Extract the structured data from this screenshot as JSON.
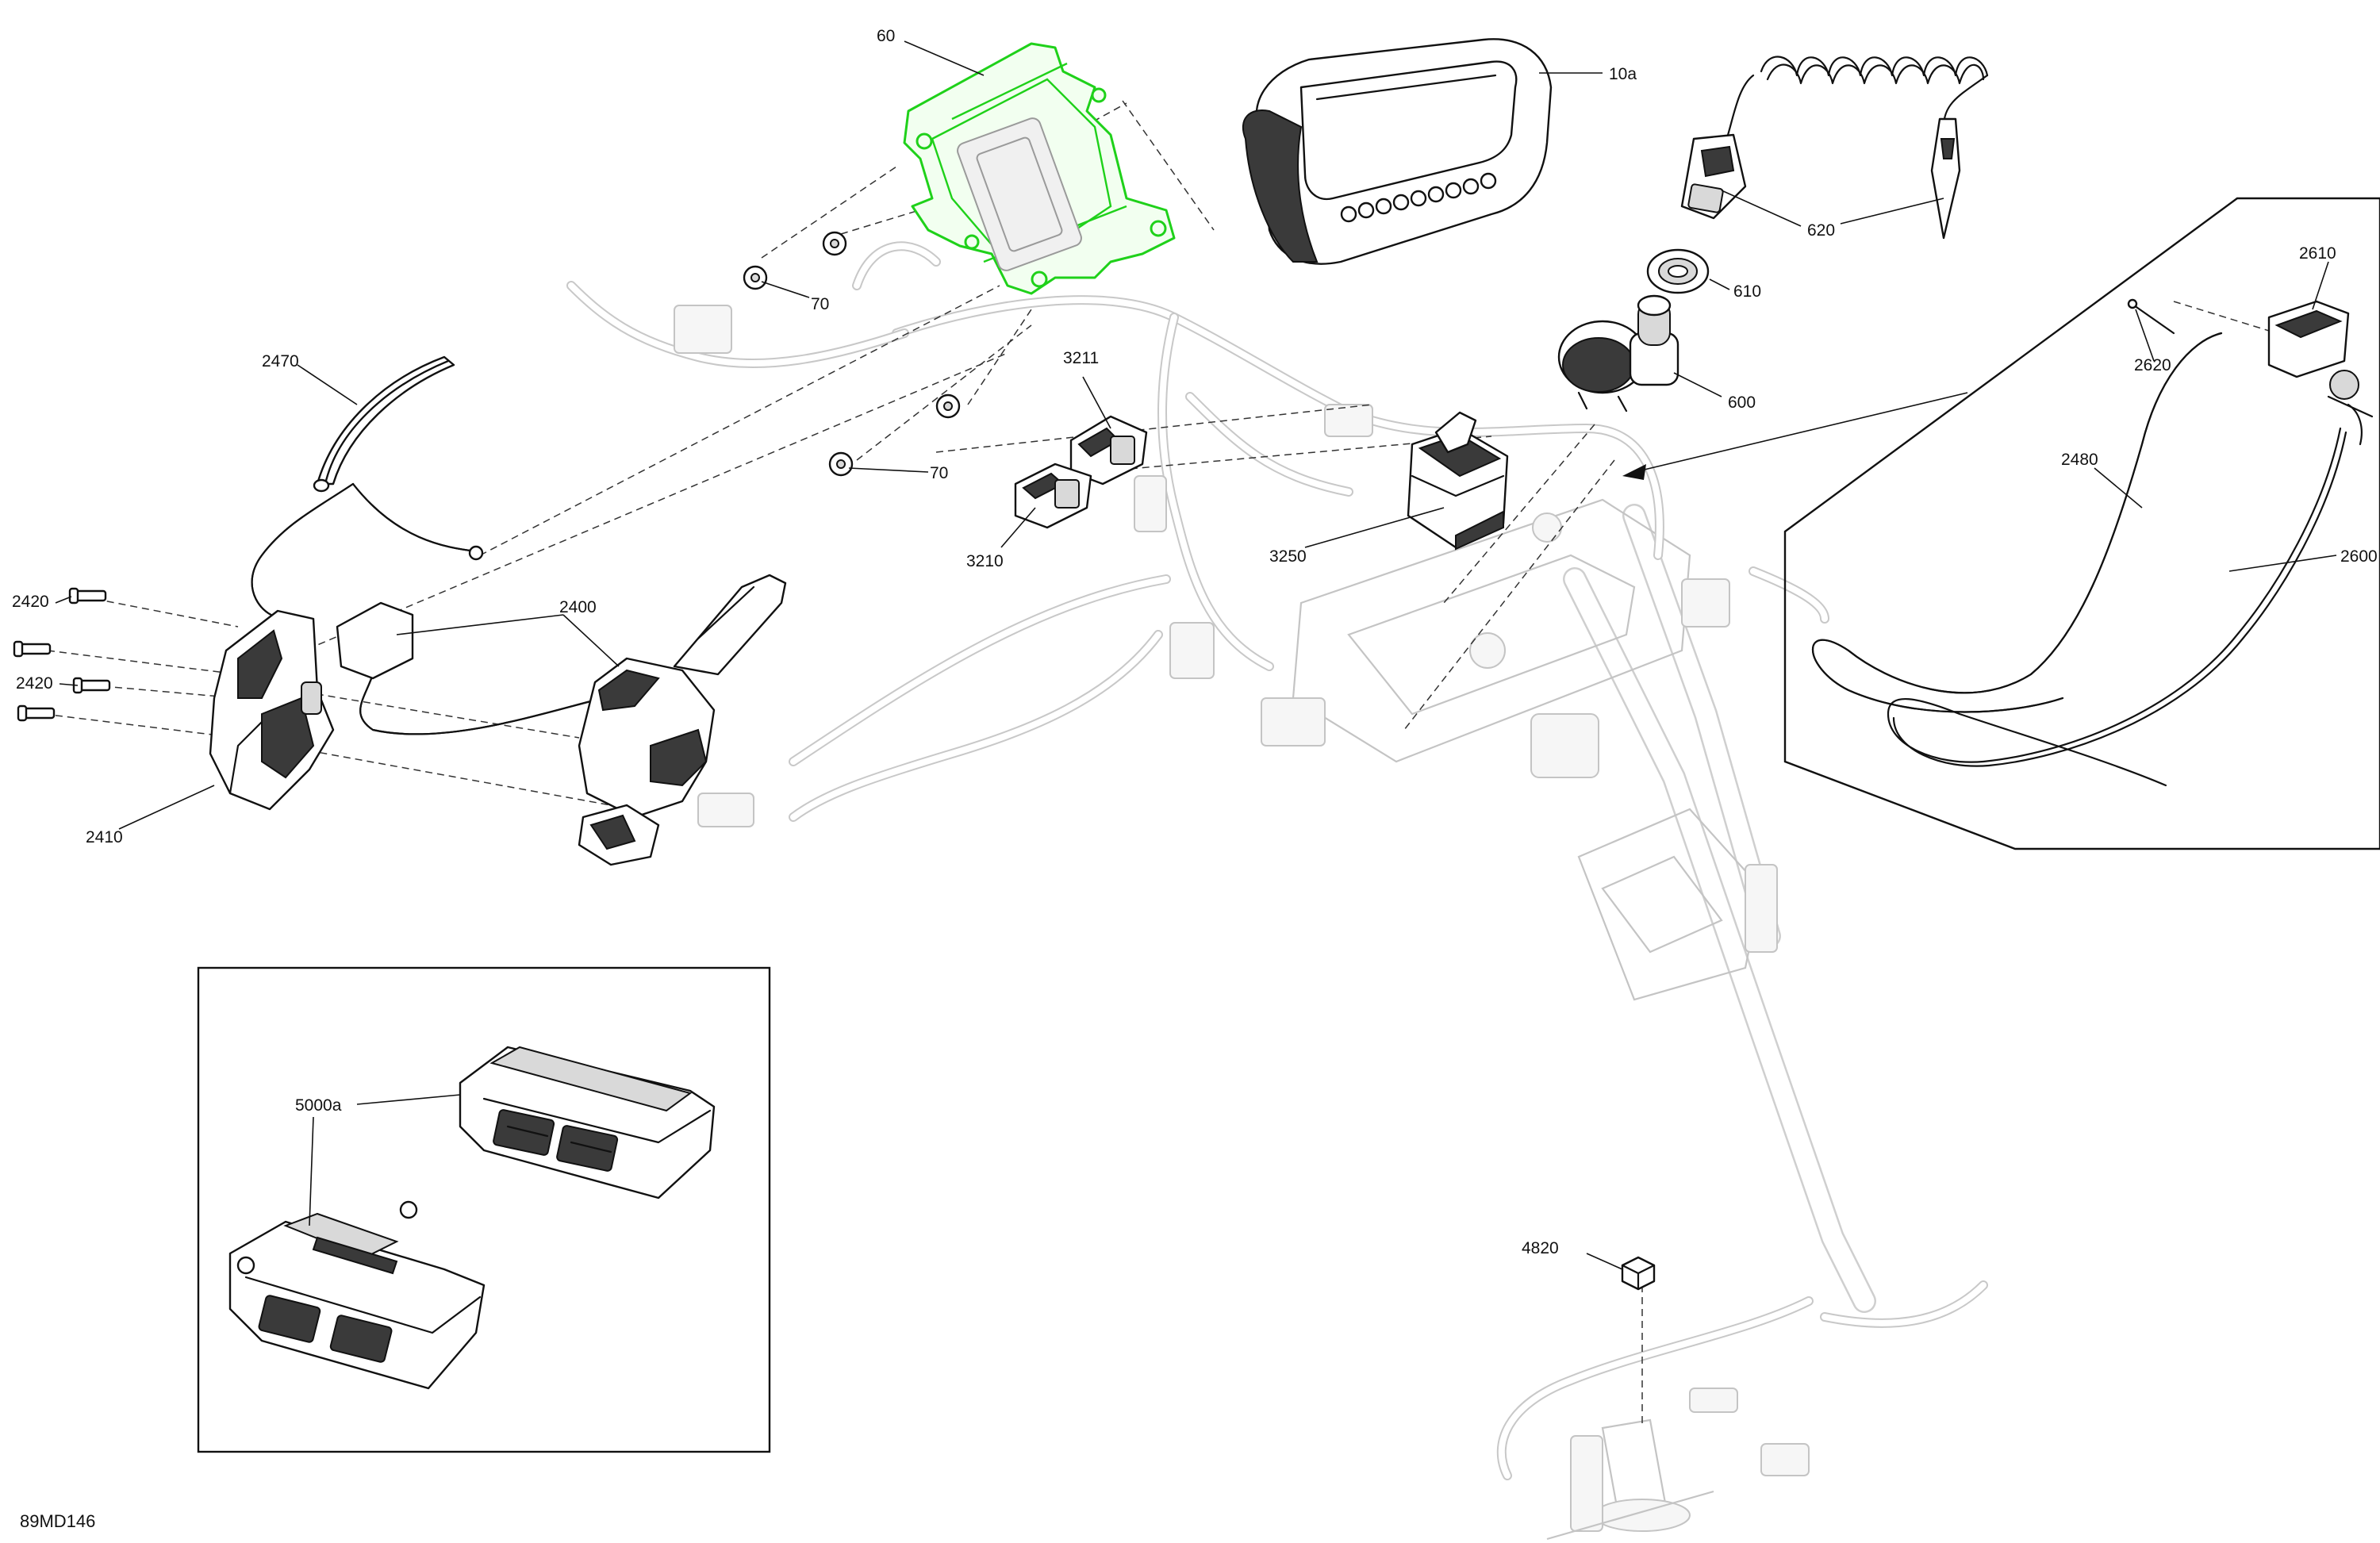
{
  "figure_id": "89MD146",
  "callouts": [
    {
      "id": "c60",
      "text": "60"
    },
    {
      "id": "c10a",
      "text": "10a"
    },
    {
      "id": "c620",
      "text": "620"
    },
    {
      "id": "c610",
      "text": "610"
    },
    {
      "id": "c600",
      "text": "600"
    },
    {
      "id": "c70a",
      "text": "70"
    },
    {
      "id": "c70b",
      "text": "70"
    },
    {
      "id": "c3211",
      "text": "3211"
    },
    {
      "id": "c3210",
      "text": "3210"
    },
    {
      "id": "c3250",
      "text": "3250"
    },
    {
      "id": "c2470",
      "text": "2470"
    },
    {
      "id": "c2420a",
      "text": "2420"
    },
    {
      "id": "c2420b",
      "text": "2420"
    },
    {
      "id": "c2400",
      "text": "2400"
    },
    {
      "id": "c2410",
      "text": "2410"
    },
    {
      "id": "c2610",
      "text": "2610"
    },
    {
      "id": "c2620",
      "text": "2620"
    },
    {
      "id": "c2480",
      "text": "2480"
    },
    {
      "id": "c2600",
      "text": "2600"
    },
    {
      "id": "c5000a",
      "text": "5000a"
    },
    {
      "id": "c4820",
      "text": "4820"
    }
  ],
  "colors": {
    "highlight": "#1fd11a",
    "part_outline": "#111111",
    "ghost_outline": "#c4c4c4"
  }
}
